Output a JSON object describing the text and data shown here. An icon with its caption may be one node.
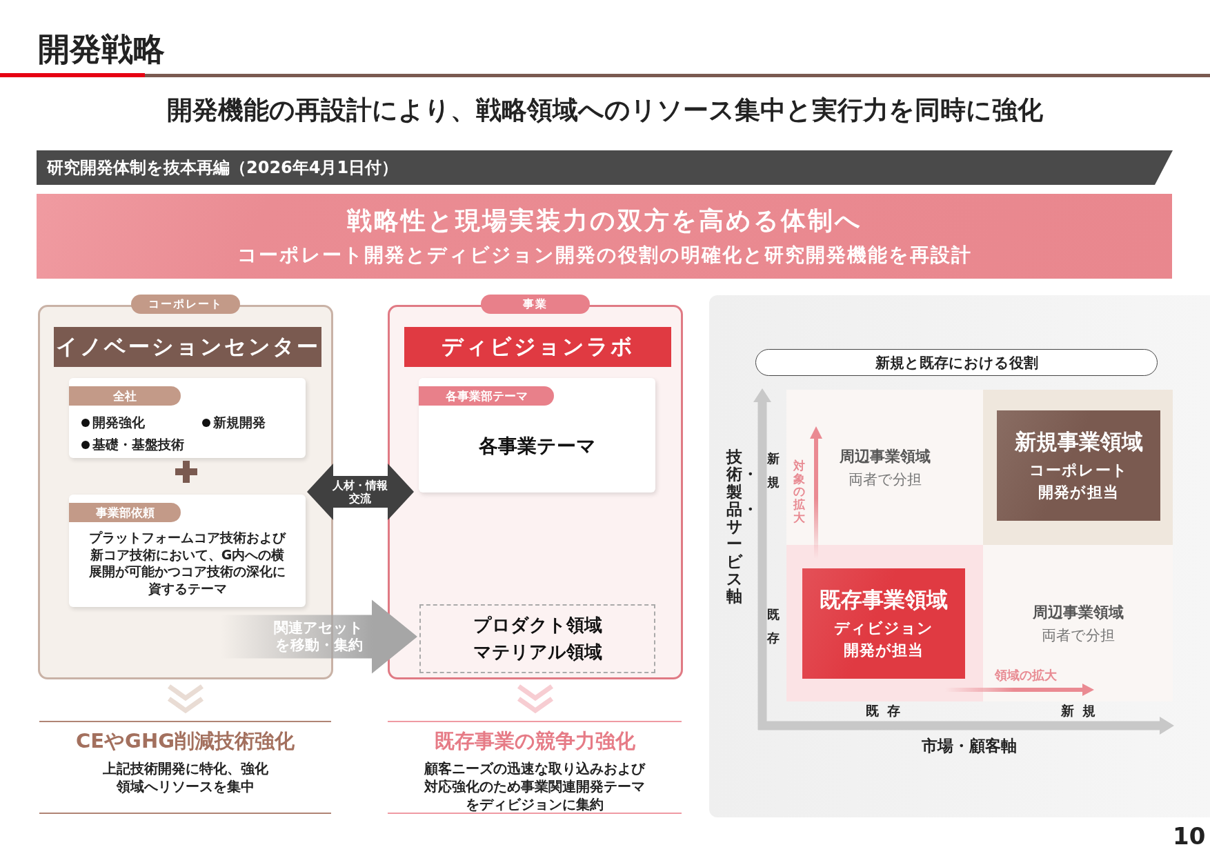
{
  "diagram": {
    "title": "開発戦略",
    "nodes": [
      {
        "text": [
          "研究開発体制を抜本再編（2026年4月1日付）"
        ]
      },
      {
        "text": [
          "戦略性と現場実装力の双方を高める体制へ",
          "コーポレート開発とディビジョン開発の役割の明確化と研究開発機能を再設計"
        ]
      },
      {
        "text": [
          "コーポレート"
        ]
      },
      {
        "text": [
          "イノベーションセンター"
        ],
        "in": 2
      },
      {
        "text": [
          "全社",
          "開発強化",
          "新規開発",
          "基礎・基盤技術"
        ],
        "in": 2
      },
      {
        "text": [
          "事業部依頼",
          "プラットフォームコア技術および新コア技術において、G内への横展開が可能かつコア技術の深化に資するテーマ"
        ],
        "in": 2
      },
      {
        "text": [
          "事業"
        ]
      },
      {
        "text": [
          "ディビジョンラボ"
        ],
        "in": 6
      },
      {
        "text": [
          "各事業部テーマ",
          "各事業テーマ"
        ],
        "in": 6
      },
      {
        "text": [
          "プロダクト領域",
          "マテリアル領域"
        ],
        "in": 6
      },
      {
        "text": [
          "CEやGHG削減技術強化",
          "上記技術開発に特化、強化領域へリソースを集中"
        ]
      },
      {
        "text": [
          "既存事業の競争力強化",
          "顧客ニーズの迅速な取り込みおよび対応強化のため事業関連開発テーマをディビジョンに集約"
        ]
      },
      {
        "text": [
          "新規と既存における役割"
        ]
      },
      {
        "text": [
          "周辺事業領域",
          "両者で分担"
        ]
      },
      {
        "text": [
          "新規事業領域",
          "コーポレート開発が担当"
        ]
      },
      {
        "text": [
          "既存事業領域",
          "ディビジョン開発が担当"
        ]
      },
      {
        "text": [
          "周辺事業領域",
          "両者で分担"
        ]
      }
    ],
    "edges": [
      {
        "from": 2,
        "to": 6,
        "arrow": "both",
        "label": "人材・情報交流",
        "style": "thick",
        "color": "#404040"
      },
      {
        "from": 2,
        "to": 9,
        "arrow": "to",
        "label": "関連アセットを移動・集約",
        "style": "thick",
        "color": "#a6a6a6"
      },
      {
        "from": 2,
        "to": 10,
        "arrow": "to",
        "color": "#e9dcd4"
      },
      {
        "from": 6,
        "to": 11,
        "arrow": "to",
        "color": "#f7cdd2"
      }
    ],
    "labels": [
      "開発機能の再設計により、戦略領域へのリソース集中と実行力を同時に強化",
      "技術・製品・サービス軸",
      "新規",
      "対象の拡大",
      "既存",
      "領域の拡大",
      "既存",
      "新規",
      "市場・顧客軸",
      "10"
    ]
  }
}
